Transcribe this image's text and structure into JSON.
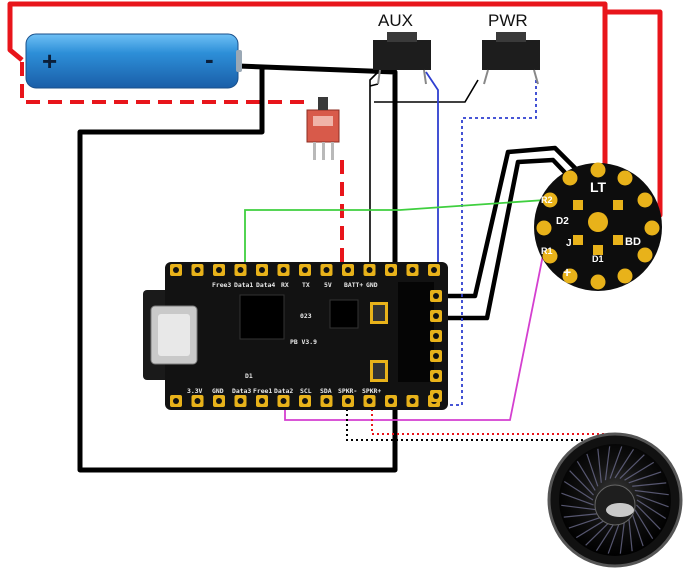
{
  "battery": {
    "plus": "+",
    "minus": "-"
  },
  "buttons": {
    "aux": "AUX",
    "pwr": "PWR"
  },
  "board": {
    "top_pins": [
      "Free3",
      "Data1",
      "Data4",
      "RX",
      "TX",
      "5V",
      "BATT+",
      "GND"
    ],
    "bottom_pins": [
      "3.3V",
      "GND",
      "Data3",
      "Free1",
      "Data2",
      "SCL",
      "SDA",
      "SPKR-",
      "SPKR+"
    ],
    "chip_mark": "023",
    "version": "PB V3.9",
    "d1": "D1"
  },
  "led": {
    "pads": [
      "LT",
      "BD",
      "R2",
      "D2",
      "R1",
      "J",
      "D1",
      "+"
    ]
  },
  "colors": {
    "red": "#e8151b",
    "black": "#000000",
    "blue": "#2f3fd0",
    "green": "#3fcf3f",
    "magenta": "#d43fd0",
    "battery": "#2d8fd8",
    "pcb": "#121212",
    "pad": "#e8b21a"
  }
}
